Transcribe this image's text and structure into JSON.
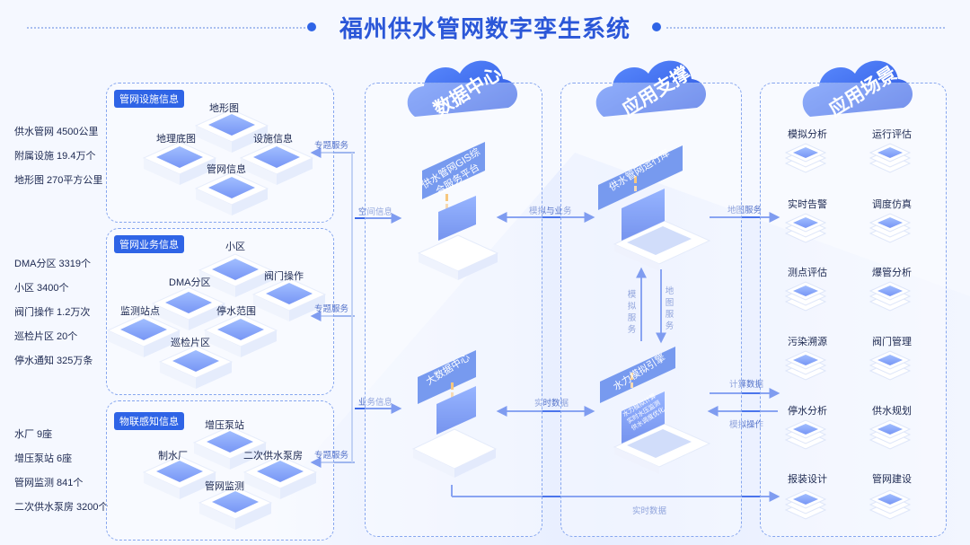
{
  "title": "福州供水管网数字孪生系统",
  "left_stats": {
    "group1": [
      "供水管网 4500公里",
      "附属设施 19.4万个",
      "地形图 270平方公里"
    ],
    "group2": [
      "DMA分区 3319个",
      "小区 3400个",
      "阀门操作 1.2万次",
      "巡检片区 20个",
      "停水通知 325万条"
    ],
    "group3": [
      "水厂 9座",
      "增压泵站 6座",
      "管网监测 841个",
      "二次供水泵房 3200个"
    ]
  },
  "panels": {
    "facility": {
      "tag": "管网设施信息",
      "items": [
        "地形图",
        "地理底图",
        "设施信息",
        "管网信息"
      ]
    },
    "business": {
      "tag": "管网业务信息",
      "items": [
        "小区",
        "DMA分区",
        "阀门操作",
        "监测站点",
        "停水范围",
        "巡检片区"
      ]
    },
    "iot": {
      "tag": "物联感知信息",
      "items": [
        "增压泵站",
        "制水厂",
        "二次供水泵房",
        "管网监测"
      ]
    }
  },
  "flows": {
    "thematic": "专题服务",
    "spatial": "空间信息",
    "business": "业务信息",
    "sim_business": "模拟与业务",
    "realtime": "实时数据",
    "map_service": "地图服务",
    "calc_data": "计算数据",
    "sim_op": "模拟操作",
    "realtime_bottom": "实时数据",
    "sim_service_v": "模拟服务",
    "map_service_v": "地图服务"
  },
  "columns": {
    "data_center": {
      "cloud": "数据中心",
      "gis_banner": "供水管网GIS综合服务平台",
      "bigdata_banner": "大数据中心"
    },
    "app_support": {
      "cloud": "应用支撑",
      "ops_banner": "供水管网运行库",
      "engine_banner": "水力模拟引擎",
      "engine_screen": "水力模拟计算 实时水压监测 供水调度优化"
    },
    "scenarios": {
      "cloud": "应用场景",
      "items": [
        "模拟分析",
        "运行评估",
        "实时告警",
        "调度仿真",
        "测点评估",
        "爆管分析",
        "污染溯源",
        "阀门管理",
        "停水分析",
        "供水规划",
        "报装设计",
        "管网建设"
      ]
    }
  },
  "colors": {
    "accent": "#2f64e6",
    "dash": "#86a6ef",
    "text": "#1c2850"
  }
}
